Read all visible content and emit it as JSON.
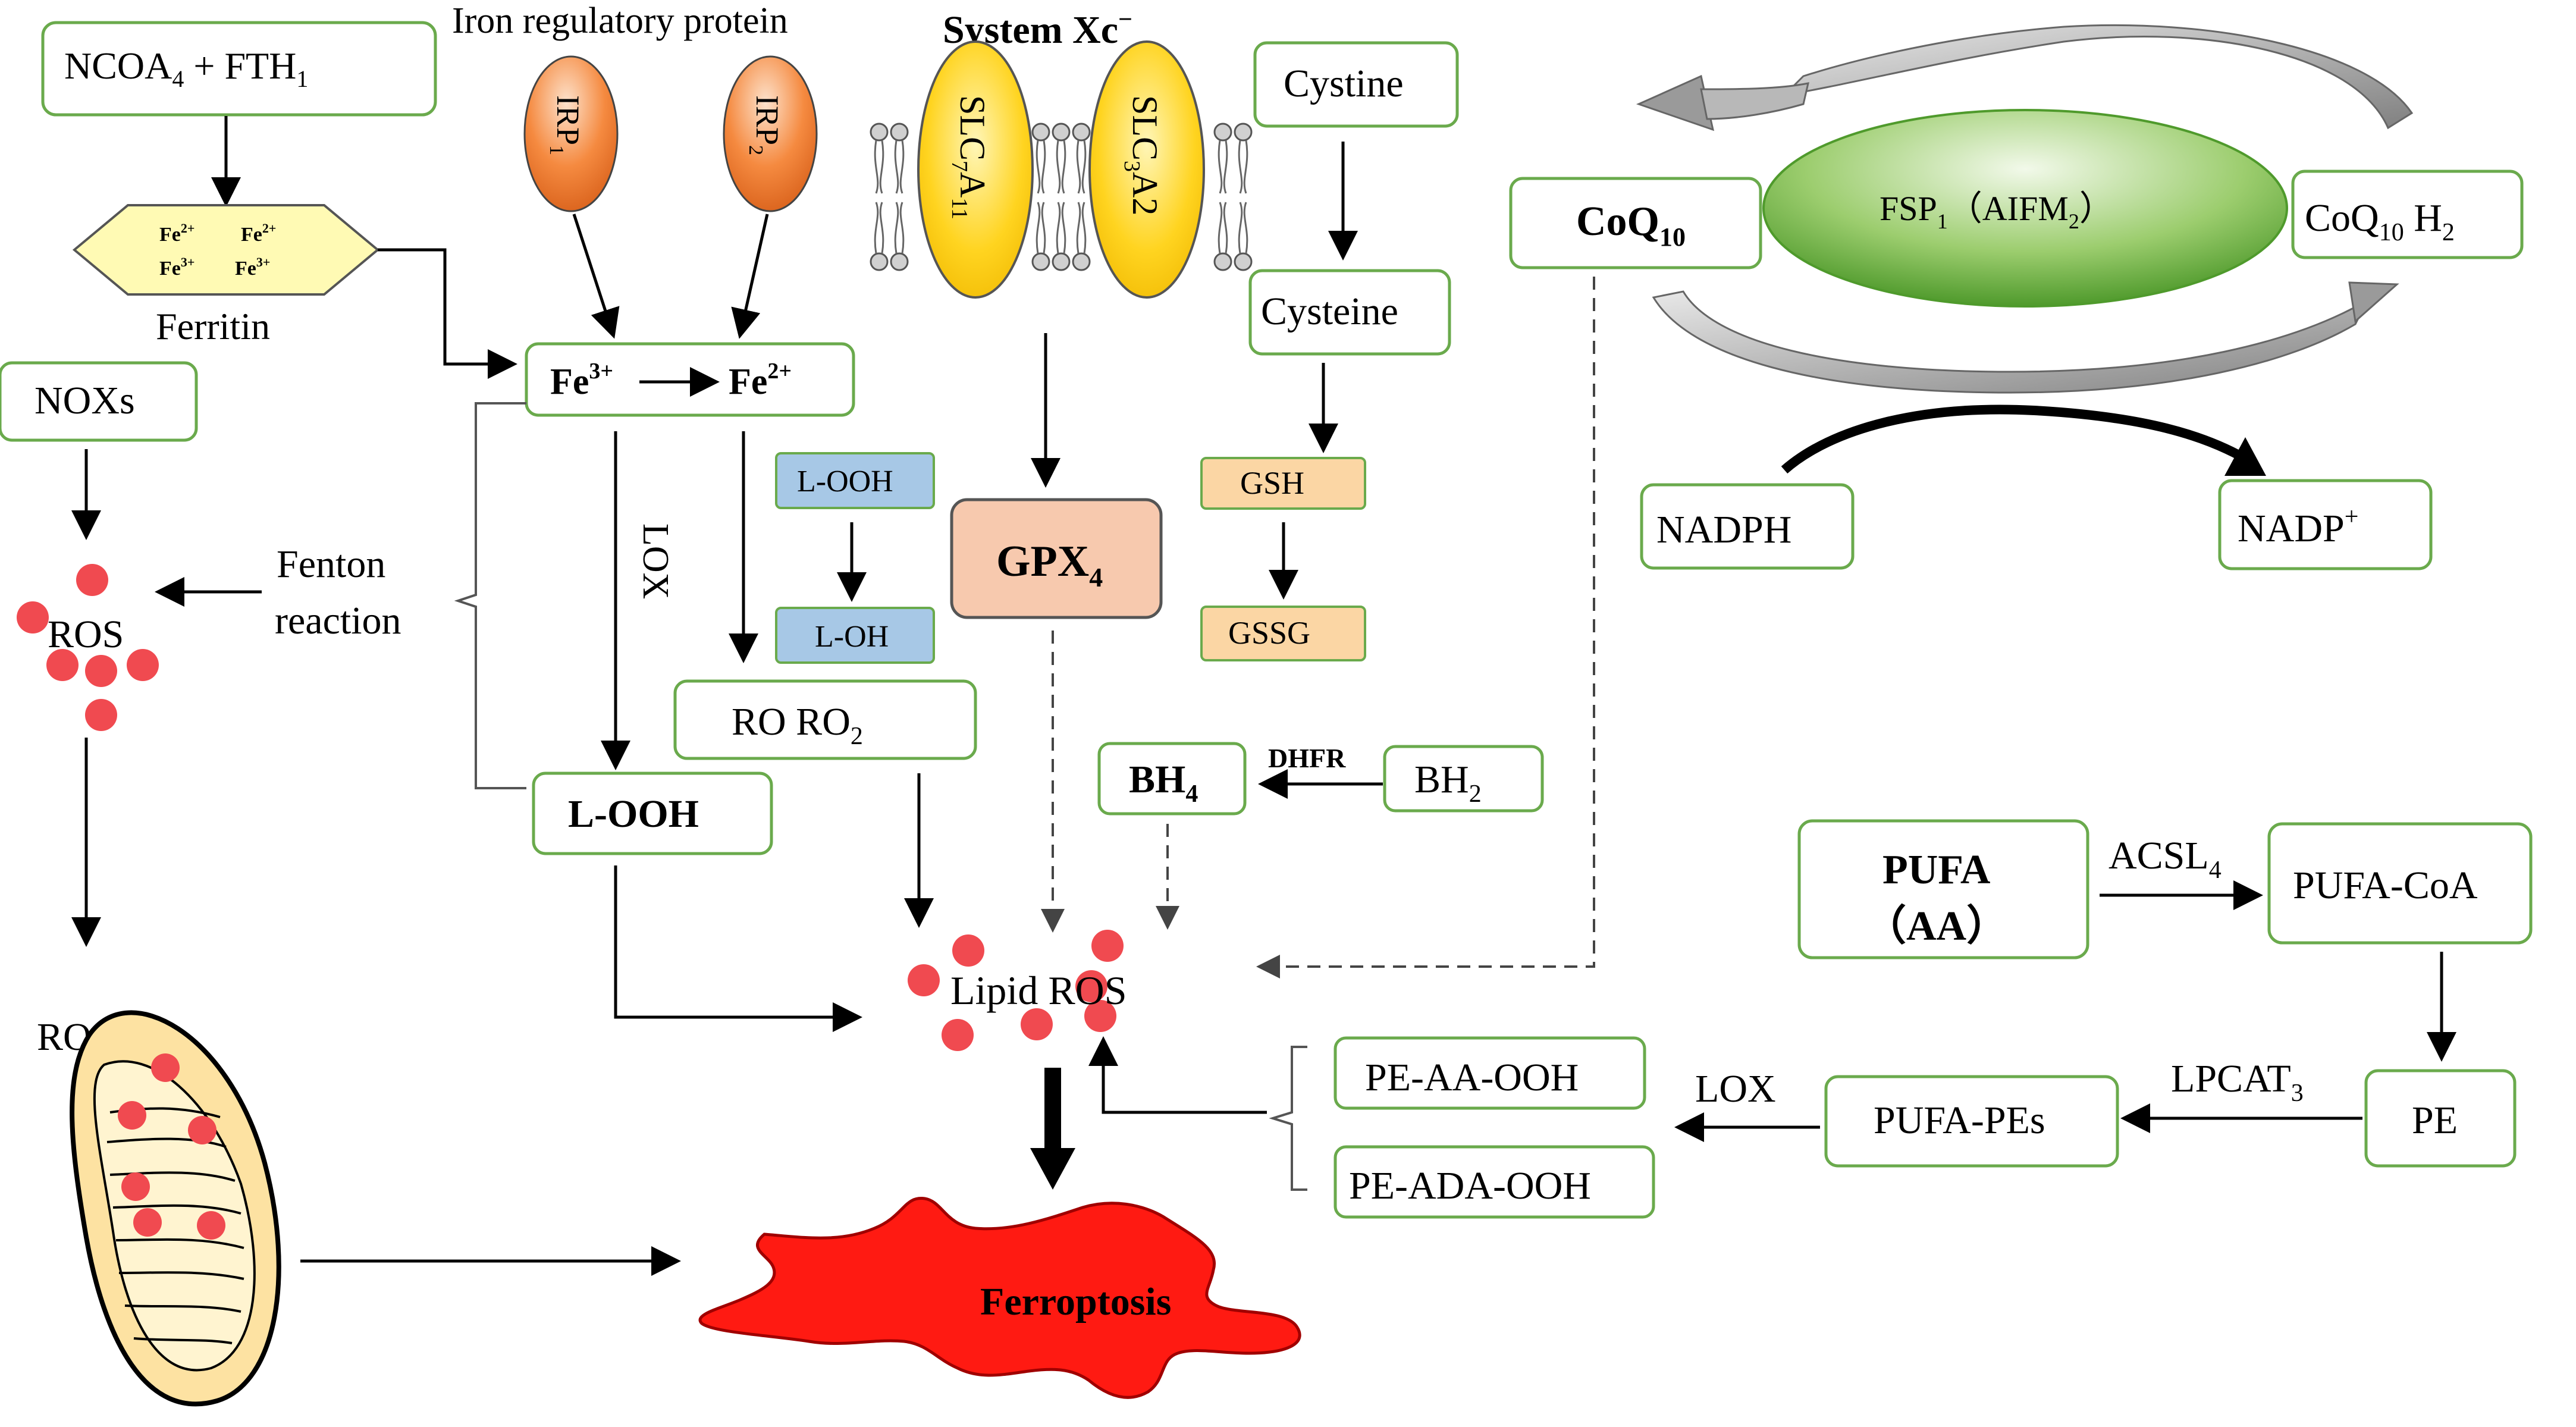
{
  "iron": {
    "ncoa_main": "NCOA",
    "ncoa_sub": "4",
    "fth_main": " + FTH",
    "fth_sub": "1",
    "irp_title": "Iron regulatory protein",
    "irp1_main": "IRP",
    "irp1_sub": "1",
    "irp2_main": "IRP",
    "irp2_sub": "2",
    "fe2a": "Fe",
    "fe2a_sup": "2+",
    "fe2b": "Fe",
    "fe2b_sup": "2+",
    "fe3a": "Fe",
    "fe3a_sup": "3+",
    "fe3b": "Fe",
    "fe3b_sup": "3+",
    "ferritin": "Ferritin",
    "fe3_label": "Fe",
    "fe3_sup": "3+",
    "fe2_label": "Fe",
    "fe2_sup": "2+"
  },
  "left": {
    "noxs": "NOXs",
    "ros_top": "ROS",
    "ros_mito": "ROS",
    "fenton_1": "Fenton",
    "fenton_2": "reaction",
    "lox": "LOX",
    "looh": "L-OOH"
  },
  "center": {
    "system_xc": "System  Xc",
    "system_xc_sup": "−",
    "slc7_main": "SLC",
    "slc7_sub1": "7",
    "slc7_mid": "A",
    "slc7_sub2": "11",
    "slc3_main": "SLC",
    "slc3_sub": "3",
    "slc3_end": "A2",
    "cystine": "Cystine",
    "cysteine": "Cysteine",
    "gsh": "GSH",
    "gssg": "GSSG",
    "looh_small": "L-OOH",
    "loh": "L-OH",
    "gpx_main": "GPX",
    "gpx_sub": "4",
    "ro_main": "RO  RO",
    "ro_sub": "2",
    "bh4_main": "BH",
    "bh4_sub": "4",
    "bh2_main": "BH",
    "bh2_sub": "2",
    "dhfr": "DHFR",
    "lipid_ros": "Lipid ROS",
    "ferroptosis": "Ferroptosis"
  },
  "right": {
    "coq10_main": "CoQ",
    "coq10_sub": "10",
    "fsp_main": "FSP",
    "fsp_sub": "1",
    "fsp_mid": "（AIFM",
    "fsp_sub2": "2",
    "fsp_end": "）",
    "coqh2_main": "CoQ",
    "coqh2_sub": "10",
    "coqh2_end": " H",
    "coqh2_sub2": "2",
    "nadph": "NADPH",
    "nadp": "NADP",
    "nadp_sup": "+",
    "pufa_1": "PUFA",
    "pufa_2": "（AA）",
    "acsl_main": "ACSL",
    "acsl_sub": "4",
    "pufa_coa": "PUFA-CoA",
    "pe": "PE",
    "lpcat_main": "LPCAT",
    "lpcat_sub": "3",
    "pufa_pes": "PUFA-PEs",
    "lox": "LOX",
    "pe_aa_ooh": "PE-AA-OOH",
    "pe_ada_ooh": "PE-ADA-OOH"
  },
  "colors": {
    "box_border": "#6aaa4c",
    "ros_dot": "#f04a50",
    "ferroptosis": "#ff1a12",
    "slc_fill": "#ffd21a",
    "irp_fill": "#f07a2a",
    "fsp_fill": "#7fbf4a",
    "lipid_box": "#a7c8e6",
    "gsh_box": "#fbd6a4",
    "gpx_box": "#f7c9ae",
    "ferritin_fill": "#fffab4"
  }
}
